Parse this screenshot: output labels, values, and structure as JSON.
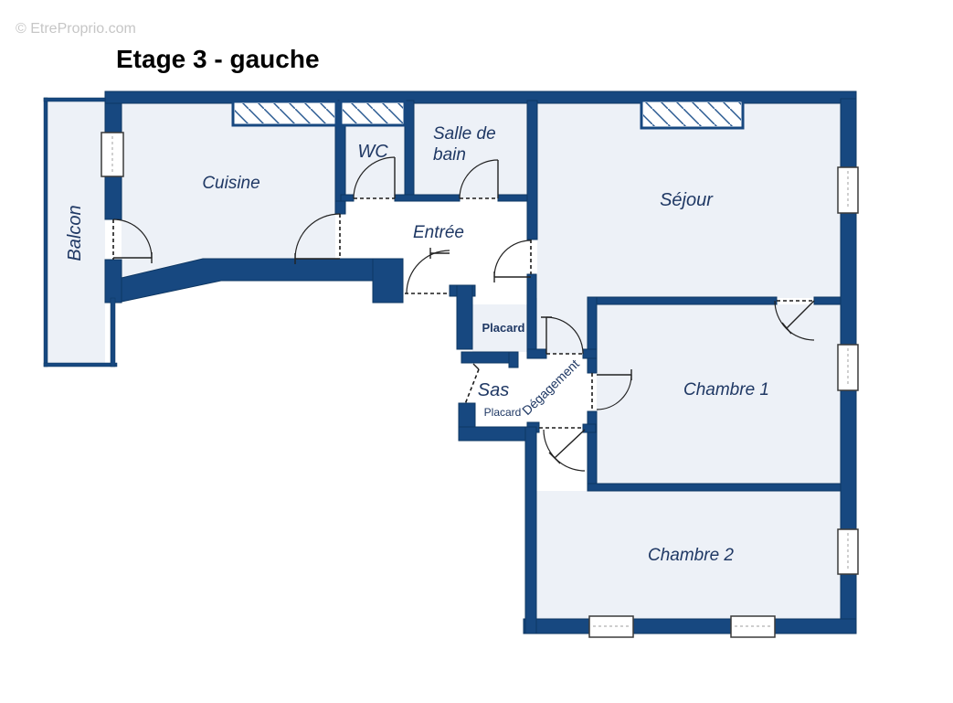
{
  "watermark": "© EtreProprio.com",
  "title": "Etage 3 - gauche",
  "colors": {
    "wall": "#174880",
    "room_fill": "#EDF1F7",
    "corridor_fill": "#FFFFFF",
    "label": "#1F3864",
    "hatch_line": "#2A5A92",
    "door_line": "#222222",
    "window_border": "#3A3A3A",
    "title": "#000000",
    "watermark": "#C6C6C6"
  },
  "rooms": {
    "balcon": {
      "label": "Balcon"
    },
    "cuisine": {
      "label": "Cuisine"
    },
    "wc": {
      "label": "WC"
    },
    "salle_de_bain": {
      "label_line1": "Salle de",
      "label_line2": "bain"
    },
    "entree": {
      "label": "Entrée"
    },
    "sejour": {
      "label": "Séjour"
    },
    "placard_haut": {
      "label": "Placard"
    },
    "sas": {
      "label": "Sas"
    },
    "placard_bas": {
      "label": "Placard"
    },
    "degagement": {
      "label": "Dégagement"
    },
    "chambre_1": {
      "label": "Chambre 1"
    },
    "chambre_2": {
      "label": "Chambre 2"
    }
  }
}
